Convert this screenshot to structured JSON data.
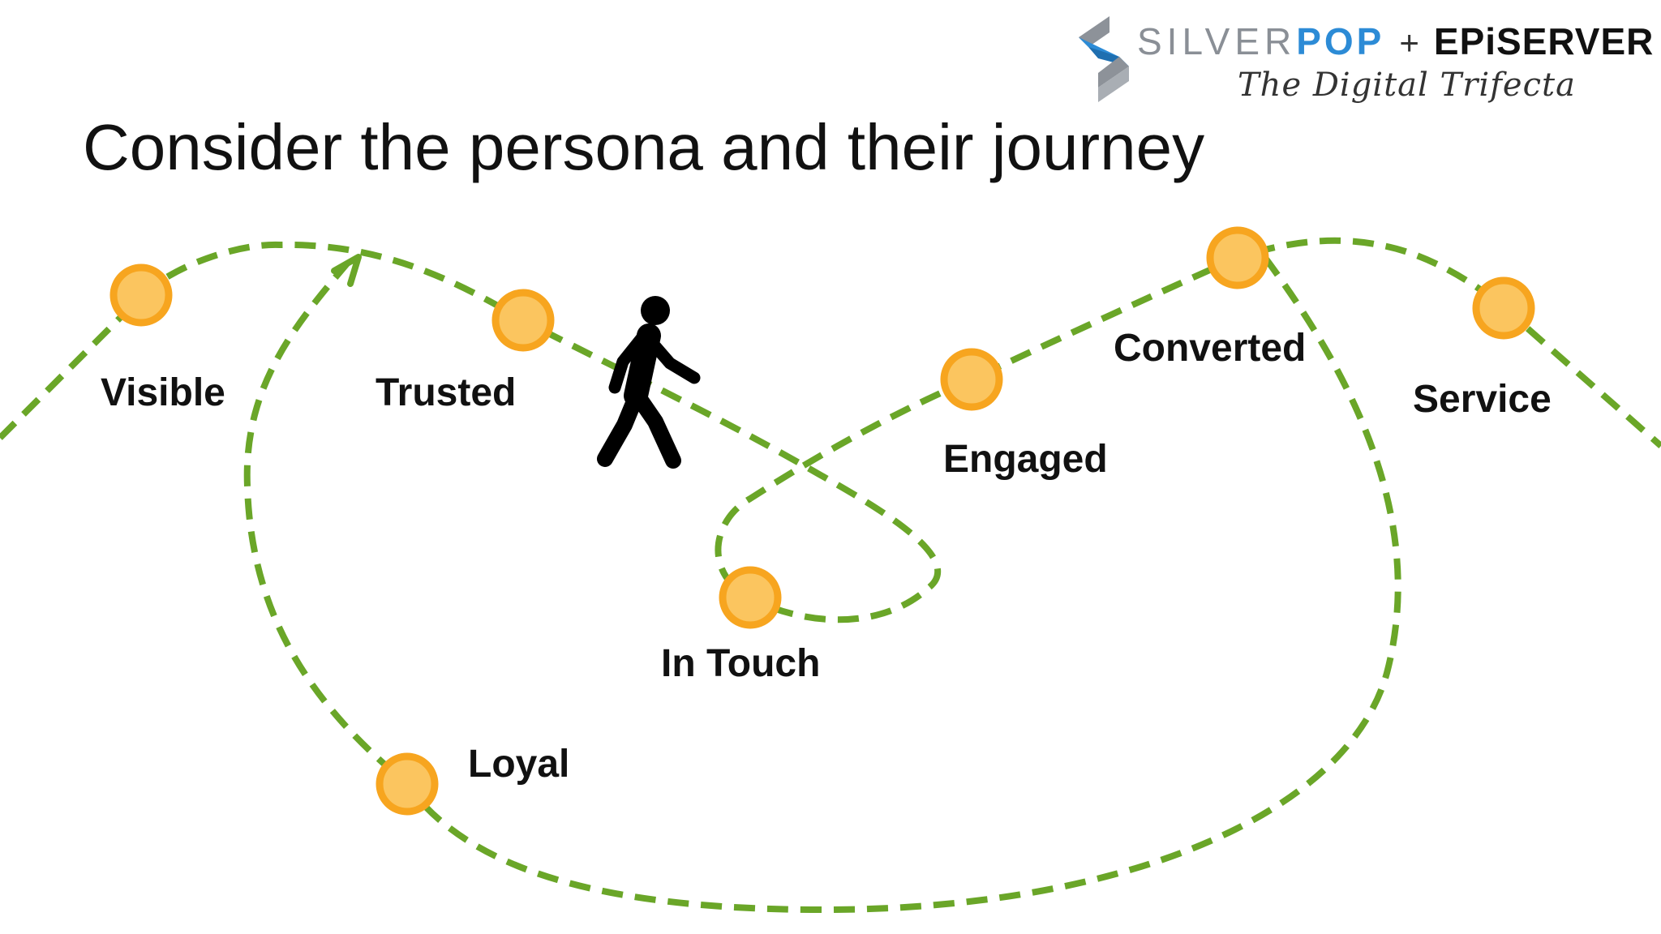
{
  "slide": {
    "title": "Consider the persona and their journey"
  },
  "logo": {
    "brand_1a": "SILVER",
    "brand_1b": "POP",
    "plus": "+",
    "brand_2": "EPiSERVER",
    "tagline": "The Digital Trifecta"
  },
  "journey": {
    "stages": [
      {
        "label": "Visible"
      },
      {
        "label": "Trusted"
      },
      {
        "label": "In Touch"
      },
      {
        "label": "Engaged"
      },
      {
        "label": "Converted"
      },
      {
        "label": "Service"
      },
      {
        "label": "Loyal"
      }
    ],
    "colors": {
      "path": "#6aa628",
      "node_ring": "#f7a51f",
      "node_fill": "#fbc55f",
      "label": "#111111"
    },
    "icons": {
      "persona": "walking-person-icon",
      "direction": "arrowhead-icon"
    }
  }
}
